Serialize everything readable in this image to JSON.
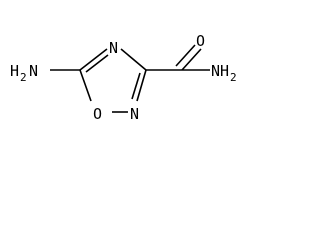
{
  "molecule": {
    "atoms": {
      "amino_left": {
        "element": "H",
        "subscript": "2",
        "suffix": "N",
        "text": "H2N"
      },
      "ring_n_top": {
        "text": "N"
      },
      "ring_o": {
        "text": "O"
      },
      "ring_n_bottom": {
        "text": "N"
      },
      "carbonyl_o": {
        "text": "O"
      },
      "amide_nh2": {
        "element": "NH",
        "subscript": "2",
        "text": "NH2"
      }
    }
  },
  "colors": {
    "bond": "#000000",
    "text": "#000000",
    "background": "#ffffff"
  }
}
